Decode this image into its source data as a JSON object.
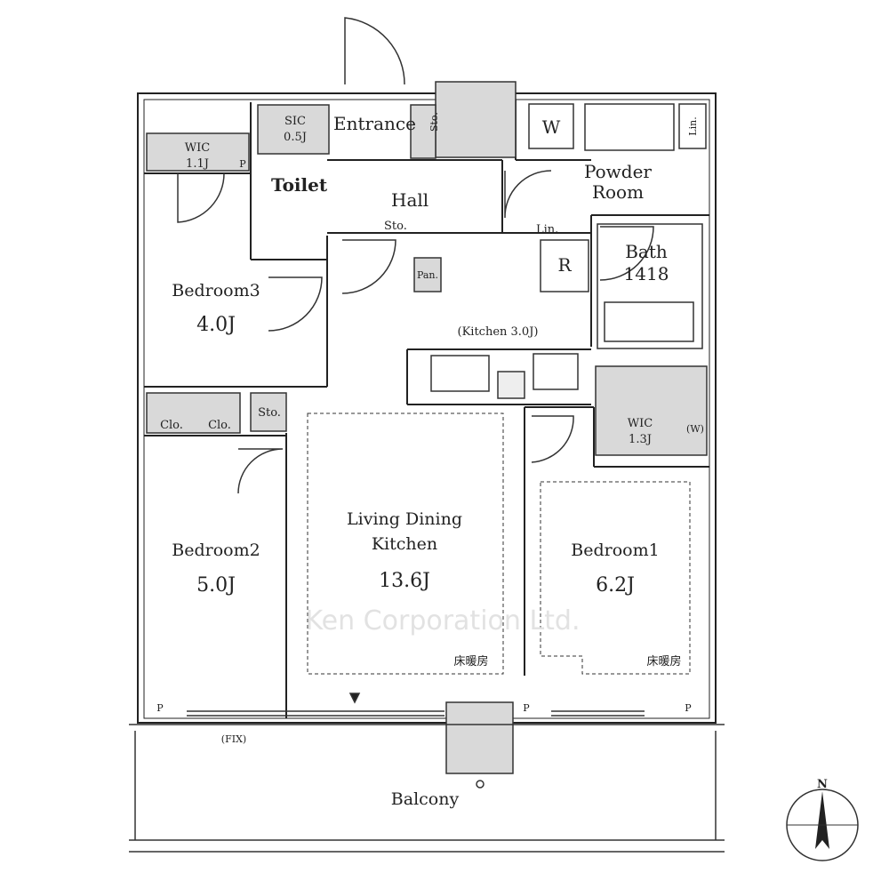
{
  "rooms": {
    "entrance": "Entrance",
    "sic": {
      "label": "SIC",
      "area": "0.5J"
    },
    "wic_top": {
      "label": "WIC",
      "area": "1.1J"
    },
    "toilet": "Toilet",
    "hall": "Hall",
    "powder_room": {
      "line1": "Powder",
      "line2": "Room"
    },
    "bath": {
      "label": "Bath",
      "size": "1418"
    },
    "bedroom3": {
      "label": "Bedroom3",
      "area": "4.0J"
    },
    "kitchen": "(Kitchen 3.0J)",
    "bedroom2": {
      "label": "Bedroom2",
      "area": "5.0J"
    },
    "ldk": {
      "line1": "Living Dining",
      "line2": "Kitchen",
      "area": "13.6J"
    },
    "bedroom1": {
      "label": "Bedroom1",
      "area": "6.2J"
    },
    "wic_right": {
      "label": "WIC",
      "area": "1.3J",
      "note": "(W)"
    },
    "balcony": "Balcony"
  },
  "labels": {
    "sto_entrance": "Sto.",
    "sto_hall": "Sto.",
    "sto_bedroom2": "Sto.",
    "lin_hall": "Lin.",
    "lin_powder": "Lin.",
    "pan": "Pan.",
    "washer": "W",
    "refrigerator": "R",
    "clo1": "Clo.",
    "clo2": "Clo.",
    "p_wic": "P",
    "p_left": "P",
    "p_mid": "P",
    "p_right": "P",
    "fix": "(FIX)",
    "floor_heating_ldk": "床暖房",
    "floor_heating_br1": "床暖房",
    "north": "N"
  },
  "watermark": "Ken Corporation Ltd.",
  "colors": {
    "wall": "#222222",
    "fixture_fill": "#d9d9d9",
    "line": "#333333"
  }
}
